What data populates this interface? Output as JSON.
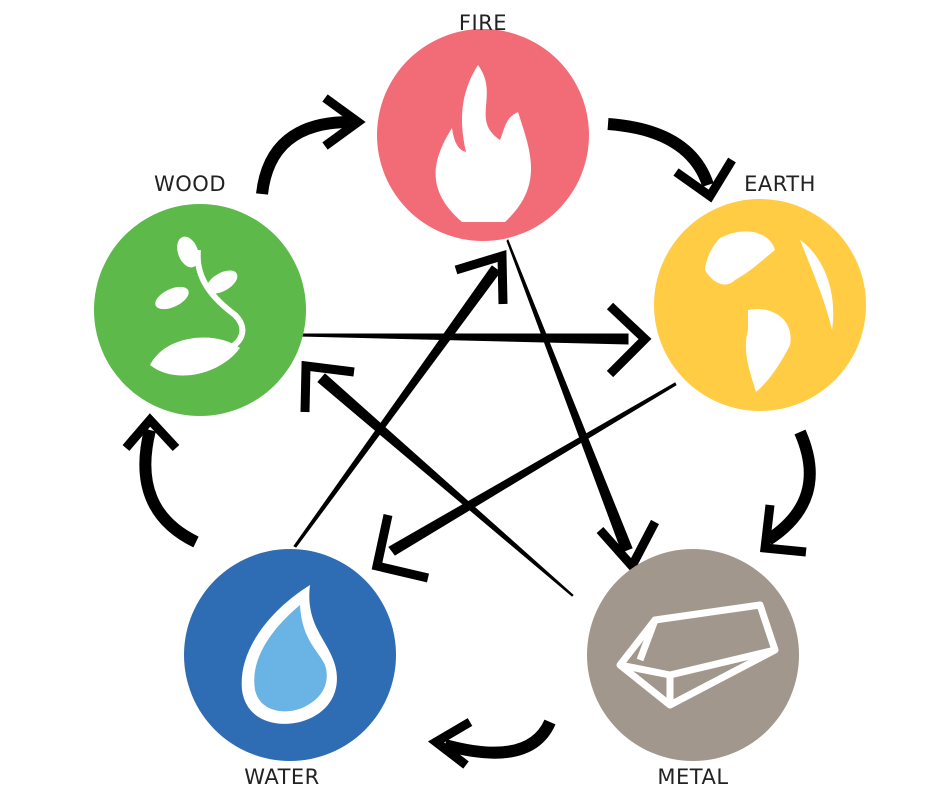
{
  "elements": [
    {
      "key": "fire",
      "label": "FIRE",
      "color": "#F26C78",
      "icon": "flame-icon"
    },
    {
      "key": "earth",
      "label": "EARTH",
      "color": "#FFCC44",
      "icon": "globe-icon"
    },
    {
      "key": "metal",
      "label": "METAL",
      "color": "#A1978D",
      "icon": "ingot-icon"
    },
    {
      "key": "water",
      "label": "WATER",
      "color": "#2E6DB4",
      "icon": "droplet-icon"
    },
    {
      "key": "wood",
      "label": "WOOD",
      "color": "#5CB94A",
      "icon": "sprout-icon"
    }
  ],
  "generating_cycle": [
    [
      "wood",
      "fire"
    ],
    [
      "fire",
      "earth"
    ],
    [
      "earth",
      "metal"
    ],
    [
      "metal",
      "water"
    ],
    [
      "water",
      "wood"
    ]
  ],
  "overcoming_cycle": [
    [
      "wood",
      "earth"
    ],
    [
      "earth",
      "water"
    ],
    [
      "water",
      "fire"
    ],
    [
      "fire",
      "metal"
    ],
    [
      "metal",
      "wood"
    ]
  ],
  "arrow_color": "#000000"
}
